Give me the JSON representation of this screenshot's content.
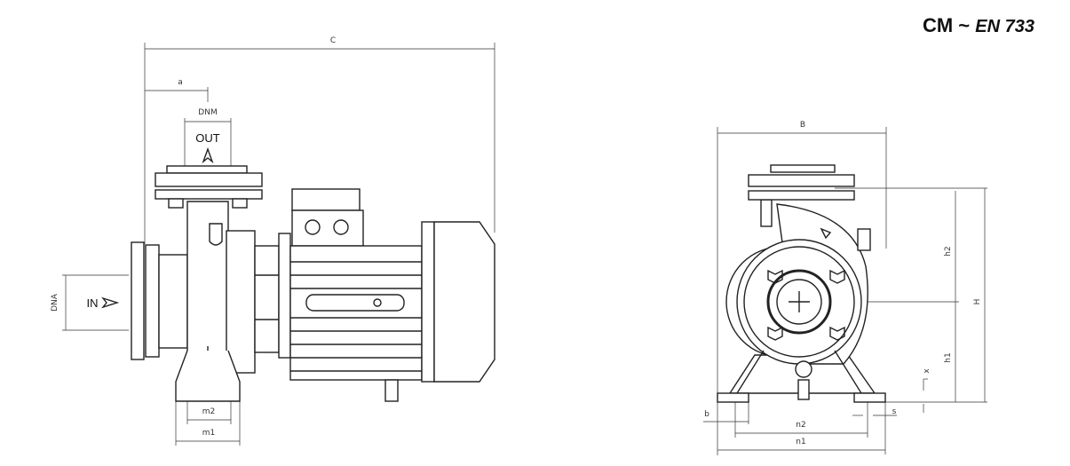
{
  "title": {
    "model": "CM",
    "separator": "~",
    "standard": "EN 733"
  },
  "side_view": {
    "dim_C": "C",
    "dim_a": "a",
    "dim_DNM": "DNM",
    "dim_DNA": "DNA",
    "outlet_label": "OUT",
    "inlet_label": "IN",
    "dim_m1": "m1",
    "dim_m2": "m2"
  },
  "front_view": {
    "dim_B": "B",
    "dim_H": "H",
    "dim_h1": "h1",
    "dim_h2": "h2",
    "dim_x": "x",
    "dim_b": "b",
    "dim_s": "s",
    "dim_n1": "n1",
    "dim_n2": "n2"
  }
}
